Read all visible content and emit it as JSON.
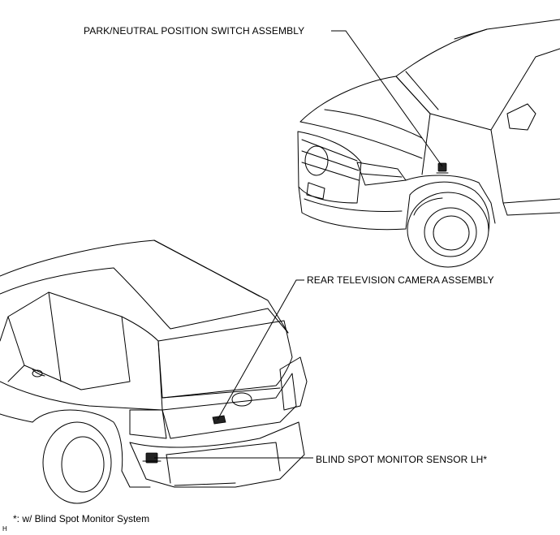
{
  "callouts": {
    "park_neutral": "PARK/NEUTRAL POSITION SWITCH ASSEMBLY",
    "rear_camera": "REAR TELEVISION CAMERA ASSEMBLY",
    "blind_spot": "BLIND SPOT MONITOR SENSOR LH*"
  },
  "footnote": "*: w/ Blind Spot Monitor System",
  "figure_id": "H"
}
